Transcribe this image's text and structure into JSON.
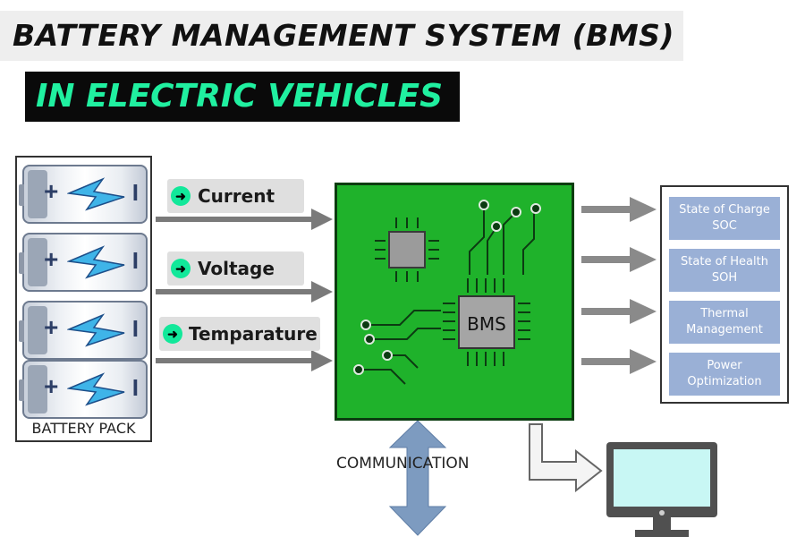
{
  "title": {
    "line1": "BATTERY MANAGEMENT SYSTEM (BMS)",
    "line2": "IN ELECTRIC VEHICLES"
  },
  "battery_pack": {
    "label": "BATTERY PACK",
    "cell_plus": "+",
    "cell_minus": "I"
  },
  "inputs": [
    {
      "label": "Current",
      "icon": "arrow-right-icon"
    },
    {
      "label": "Voltage",
      "icon": "arrow-right-icon"
    },
    {
      "label": "Temparature",
      "icon": "arrow-right-icon"
    }
  ],
  "bms": {
    "label": "BMS"
  },
  "outputs": [
    {
      "line1": "State of Charge",
      "line2": "SOC"
    },
    {
      "line1": "State of Health",
      "line2": "SOH"
    },
    {
      "line1": "Thermal",
      "line2": "Management"
    },
    {
      "line1": "Power",
      "line2": "Optimization"
    }
  ],
  "communication": {
    "label": "COMMUNICATION"
  },
  "colors": {
    "accent_green": "#20f0a0",
    "board_green": "#1fb22b",
    "output_blue": "#9ab0d6",
    "comm_arrow": "#7d9bc0",
    "monitor_screen": "#c8f7f4"
  }
}
